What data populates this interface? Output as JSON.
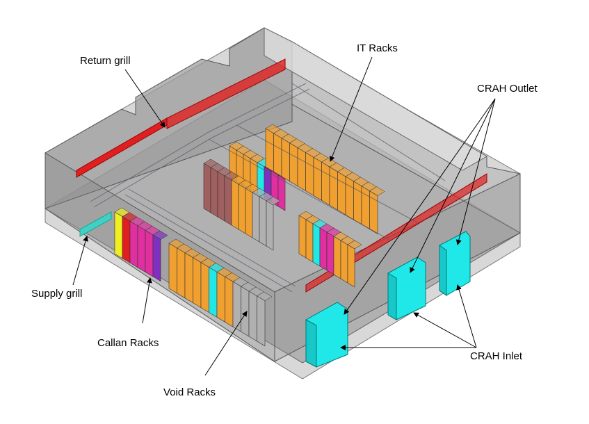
{
  "labels": {
    "return_grill": "Return grill",
    "it_racks": "IT Racks",
    "crah_outlet": "CRAH Outlet",
    "supply_grill": "Supply grill",
    "callan_racks": "Callan Racks",
    "void_racks": "Void Racks",
    "crah_inlet": "CRAH Inlet"
  },
  "colors": {
    "wall": "#9a9a9a",
    "floor": "#c8c8c8",
    "return_grill": "#e02020",
    "supply_grill": "#40d0c8",
    "crah": "#20e8e8",
    "orange_rack": "#f0a030",
    "magenta_rack": "#e030a0",
    "purple_rack": "#8030c0",
    "brown_rack": "#a06060",
    "gray_rack": "#b0b0b0",
    "yellow_rack": "#f0f020",
    "green_rack": "#40c060"
  },
  "rack_rows": [
    {
      "name": "callan-row",
      "colors": [
        "yellow_rack",
        "red",
        "magenta_rack",
        "magenta_rack",
        "magenta_rack",
        "purple_rack"
      ]
    },
    {
      "name": "void-row",
      "colors": [
        "orange_rack",
        "orange_rack",
        "orange_rack",
        "orange_rack",
        "orange_rack",
        "crah",
        "orange_rack",
        "orange_rack",
        "gray_rack",
        "gray_rack",
        "gray_rack",
        "gray_rack"
      ]
    },
    {
      "name": "mid-left-row",
      "colors": [
        "brown_rack",
        "brown_rack",
        "brown_rack",
        "brown_rack",
        "orange_rack",
        "orange_rack",
        "orange_rack",
        "gray_rack",
        "gray_rack",
        "gray_rack"
      ]
    },
    {
      "name": "it-row",
      "colors": [
        "orange_rack",
        "orange_rack",
        "orange_rack",
        "orange_rack",
        "orange_rack",
        "orange_rack",
        "orange_rack",
        "orange_rack",
        "orange_rack",
        "orange_rack",
        "orange_rack",
        "orange_rack",
        "orange_rack",
        "orange_rack"
      ]
    },
    {
      "name": "mid-right-row",
      "colors": [
        "orange_rack",
        "orange_rack",
        "crah",
        "magenta_rack",
        "magenta_rack",
        "orange_rack",
        "orange_rack",
        "orange_rack"
      ]
    },
    {
      "name": "back-row",
      "colors": [
        "orange_rack",
        "orange_rack",
        "orange_rack",
        "orange_rack",
        "crah",
        "purple_rack",
        "magenta_rack",
        "magenta_rack"
      ]
    }
  ]
}
